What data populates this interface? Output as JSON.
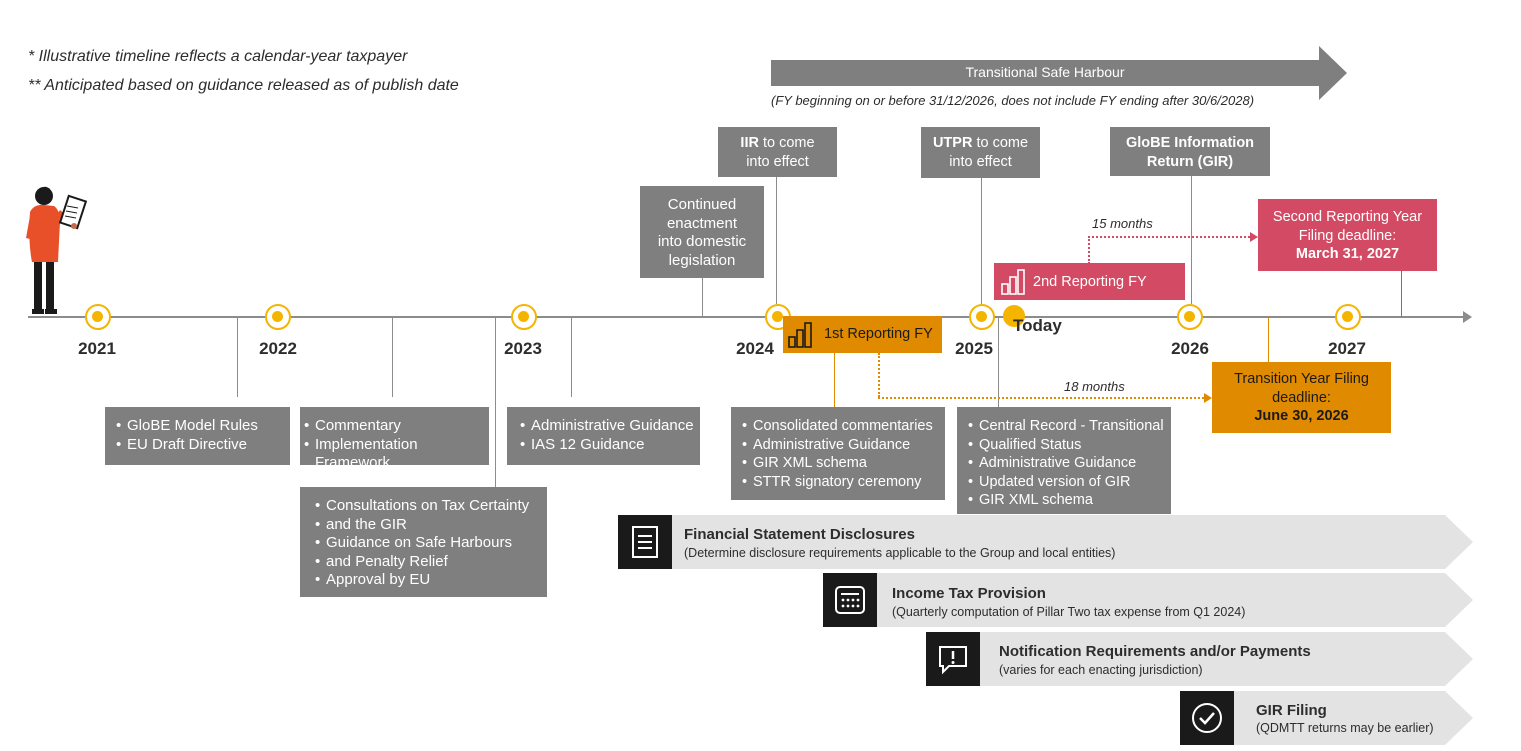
{
  "notes": {
    "note1": "* Illustrative timeline reflects a calendar-year taxpayer",
    "note2": "** Anticipated based on guidance released as of publish date"
  },
  "safe_harbour": {
    "label": "Transitional Safe Harbour",
    "sub": "(FY beginning on or before 31/12/2026, does not include FY ending after 30/6/2028)"
  },
  "years": [
    "2021",
    "2022",
    "2023",
    "2024",
    "2025",
    "2026",
    "2027"
  ],
  "today_label": "Today",
  "top_boxes": {
    "continued": [
      "Continued",
      "enactment",
      "into domestic",
      "legislation"
    ],
    "iir": {
      "bold": "IIR",
      "rest": " to come",
      "line2": "into effect"
    },
    "utpr": {
      "bold": "UTPR",
      "rest": " to come",
      "line2": "into effect"
    },
    "gir": [
      "GloBE Information",
      "Return (GIR)"
    ]
  },
  "reporting": {
    "first_fy": "1st Reporting FY",
    "second_fy": "2nd Reporting FY",
    "months_15": "15 months",
    "months_18": "18 months",
    "second_deadline": [
      "Second Reporting Year",
      "Filing deadline:",
      "March 31, 2027"
    ],
    "transition_deadline": [
      "Transition Year Filing",
      "deadline:",
      "June 30, 2026"
    ]
  },
  "bottom_boxes": {
    "b2021": [
      "GloBE Model Rules",
      "EU Draft Directive"
    ],
    "b2022": [
      "Commentary",
      "Implementation Framework"
    ],
    "b2022b": [
      "Consultations on Tax Certainty",
      "and the GIR",
      "Guidance on Safe Harbours",
      "and Penalty Relief",
      "Approval by EU"
    ],
    "b2023": [
      "Administrative Guidance",
      "IAS 12 Guidance"
    ],
    "b2024": [
      "Consolidated commentaries",
      "Administrative Guidance",
      "GIR XML schema",
      "STTR signatory ceremony"
    ],
    "b2025": [
      "Central Record - Transitional",
      "Qualified Status",
      "Administrative Guidance",
      "Updated version of GIR",
      "GIR XML schema"
    ]
  },
  "bands": [
    {
      "title": "Financial Statement Disclosures",
      "sub": "(Determine disclosure requirements applicable to the Group and local entities)",
      "icon": "document-icon"
    },
    {
      "title": "Income Tax Provision",
      "sub": "(Quarterly computation of Pillar Two tax expense from Q1 2024)",
      "icon": "calculator-icon"
    },
    {
      "title": "Notification Requirements and/or Payments",
      "sub": "(varies for each enacting jurisdiction)",
      "icon": "alert-icon"
    },
    {
      "title": "GIR Filing",
      "sub": "(QDMTT returns may be earlier)",
      "icon": "checkmark-icon"
    }
  ],
  "colors": {
    "gray_box": "#7f7f7f",
    "orange": "#e08a00",
    "pink": "#d24a63",
    "yellow": "#f5b400",
    "band": "#e3e3e3",
    "dark": "#1a1a1a"
  }
}
